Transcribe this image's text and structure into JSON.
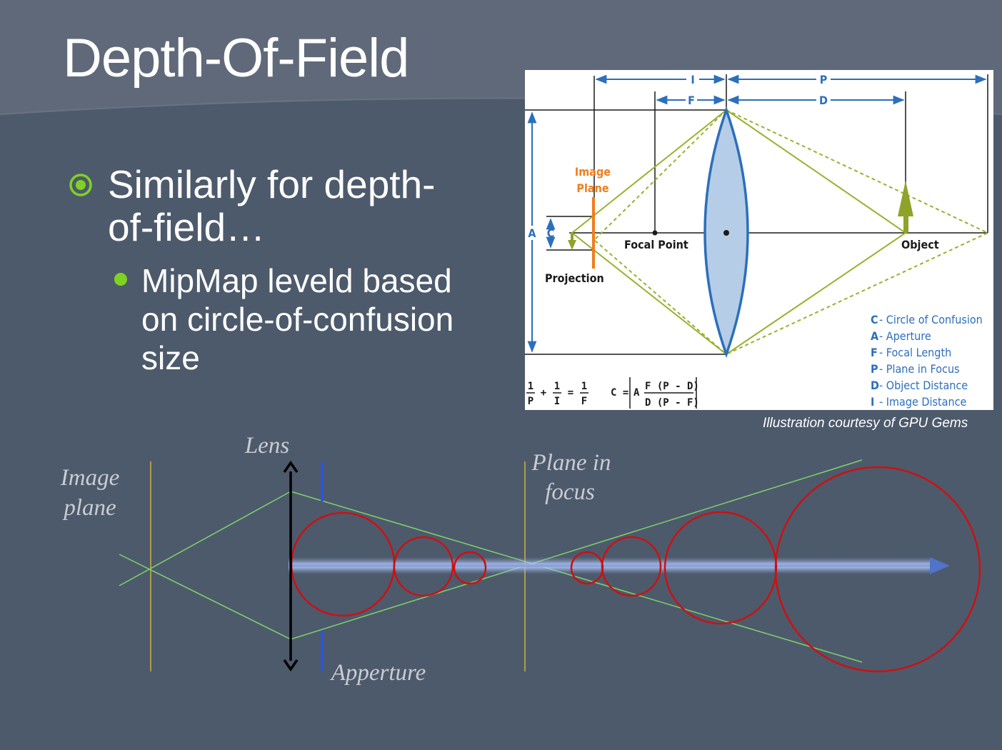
{
  "slide": {
    "title": "Depth-Of-Field",
    "bullet_level1": "Similarly for depth-of-field…",
    "bullet_level2": "MipMap leveld based on circle-of-confusion size",
    "credit": "Illustration courtesy of GPU  Gems"
  },
  "optics_figure": {
    "dimension_labels": {
      "I": "I",
      "P": "P",
      "F": "F",
      "D": "D",
      "A": "A",
      "C": "C"
    },
    "labels": {
      "image_plane_line1": "Image",
      "image_plane_line2": "Plane",
      "focal_point": "Focal Point",
      "object": "Object",
      "projection": "Projection"
    },
    "legend": [
      {
        "key": "C",
        "text": "- Circle of Confusion"
      },
      {
        "key": "A",
        "text": "- Aperture"
      },
      {
        "key": "F",
        "text": "- Focal Length"
      },
      {
        "key": "P",
        "text": "- Plane in Focus"
      },
      {
        "key": "D",
        "text": "- Object Distance"
      },
      {
        "key": "I",
        "text": "- Image Distance"
      }
    ],
    "equations": {
      "one": "1",
      "p": "P",
      "i": "I",
      "f": "F",
      "plus": "+",
      "equals": "=",
      "c_equals": "C =",
      "a": "A",
      "numerator": "F (P - D)",
      "denominator": "D (P - F)"
    }
  },
  "dof_figure": {
    "labels": {
      "lens": "Lens",
      "image_plane_line1": "Image",
      "image_plane_line2": "plane",
      "plane_in_focus_line1": "Plane in",
      "plane_in_focus_line2": "focus",
      "aperture": "Apperture"
    }
  },
  "colors": {
    "background": "#4d5a6c",
    "accent_green": "#7ed321",
    "circle_red": "#cc1111",
    "ray_green": "#7fd36a",
    "plane_yellow": "#c8b43a",
    "aperture_blue": "#2a55e0",
    "lens_blue": "#b5cde6",
    "label_orange": "#f07d1e",
    "legend_blue": "#2c6fbb"
  }
}
